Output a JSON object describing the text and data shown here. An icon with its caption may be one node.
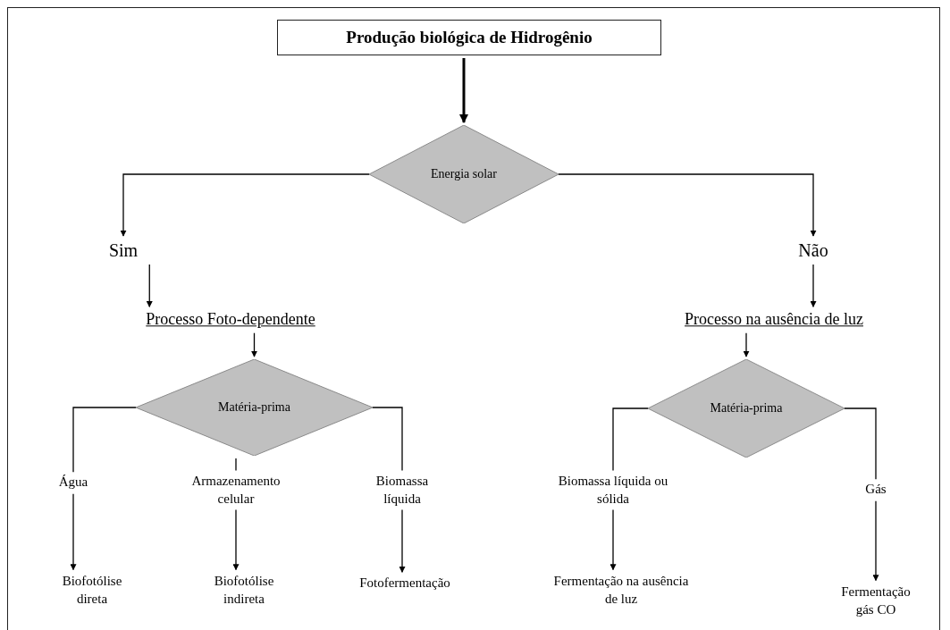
{
  "diagram": {
    "nodes": [
      {
        "text": [
          "Produção biológica de Hidrogênio"
        ]
      },
      {
        "text": [
          "Energia solar"
        ]
      },
      {
        "text": [
          "Sim"
        ]
      },
      {
        "text": [
          "Não"
        ]
      },
      {
        "text": [
          "Processo Foto-dependente"
        ]
      },
      {
        "text": [
          "Processo na ausência de luz"
        ]
      },
      {
        "text": [
          "Matéria-prima"
        ]
      },
      {
        "text": [
          "Matéria-prima"
        ]
      },
      {
        "text": [
          "Água"
        ]
      },
      {
        "text": [
          "Armazenamento celular"
        ]
      },
      {
        "text": [
          "Biomassa líquida"
        ]
      },
      {
        "text": [
          "Biofotólise direta"
        ]
      },
      {
        "text": [
          "Biofotólise indireta"
        ]
      },
      {
        "text": [
          "Fotofermentação"
        ]
      },
      {
        "text": [
          "Biomassa líquida ou sólida"
        ]
      },
      {
        "text": [
          "Gás"
        ]
      },
      {
        "text": [
          "Fermentação na ausência de luz"
        ]
      },
      {
        "text": [
          "Fermentação gás CO"
        ]
      }
    ],
    "edges": [
      {
        "from": 0,
        "to": 1,
        "arrow": "to",
        "style": "thick"
      },
      {
        "from": 1,
        "to": 2,
        "arrow": "to"
      },
      {
        "from": 1,
        "to": 3,
        "arrow": "to"
      },
      {
        "from": 2,
        "to": 4,
        "arrow": "to"
      },
      {
        "from": 3,
        "to": 5,
        "arrow": "to"
      },
      {
        "from": 4,
        "to": 6,
        "arrow": "to"
      },
      {
        "from": 5,
        "to": 7,
        "arrow": "to"
      },
      {
        "from": 6,
        "to": 8,
        "arrow": "none"
      },
      {
        "from": 6,
        "to": 9,
        "arrow": "none"
      },
      {
        "from": 6,
        "to": 10,
        "arrow": "none"
      },
      {
        "from": 7,
        "to": 14,
        "arrow": "none"
      },
      {
        "from": 7,
        "to": 15,
        "arrow": "none"
      },
      {
        "from": 8,
        "to": 11,
        "arrow": "to"
      },
      {
        "from": 9,
        "to": 12,
        "arrow": "to"
      },
      {
        "from": 10,
        "to": 13,
        "arrow": "to"
      },
      {
        "from": 14,
        "to": 16,
        "arrow": "to"
      },
      {
        "from": 15,
        "to": 17,
        "arrow": "to"
      }
    ]
  }
}
